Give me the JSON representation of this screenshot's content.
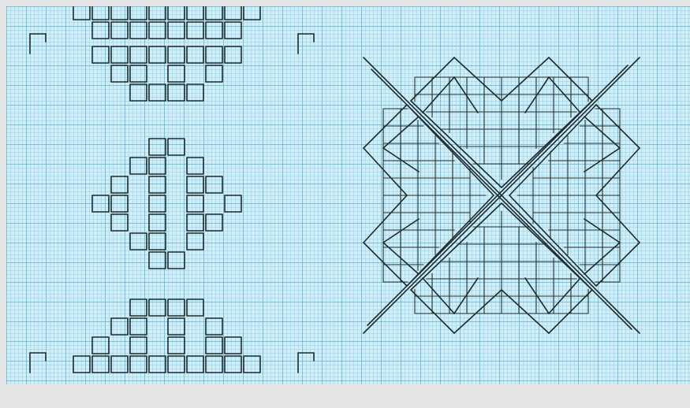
{
  "image": {
    "subject": "hand-drawn-graph-paper-motifs",
    "colors": {
      "paper": "#cfeef7",
      "grid_major": "#50aacd",
      "grid_minor": "#78c3e1",
      "ink": "#1e2a2c",
      "frame": "#e6e6e6"
    },
    "motifs": [
      {
        "name": "stepped-diamond-column"
      },
      {
        "name": "four-arm-star-motif"
      }
    ]
  }
}
